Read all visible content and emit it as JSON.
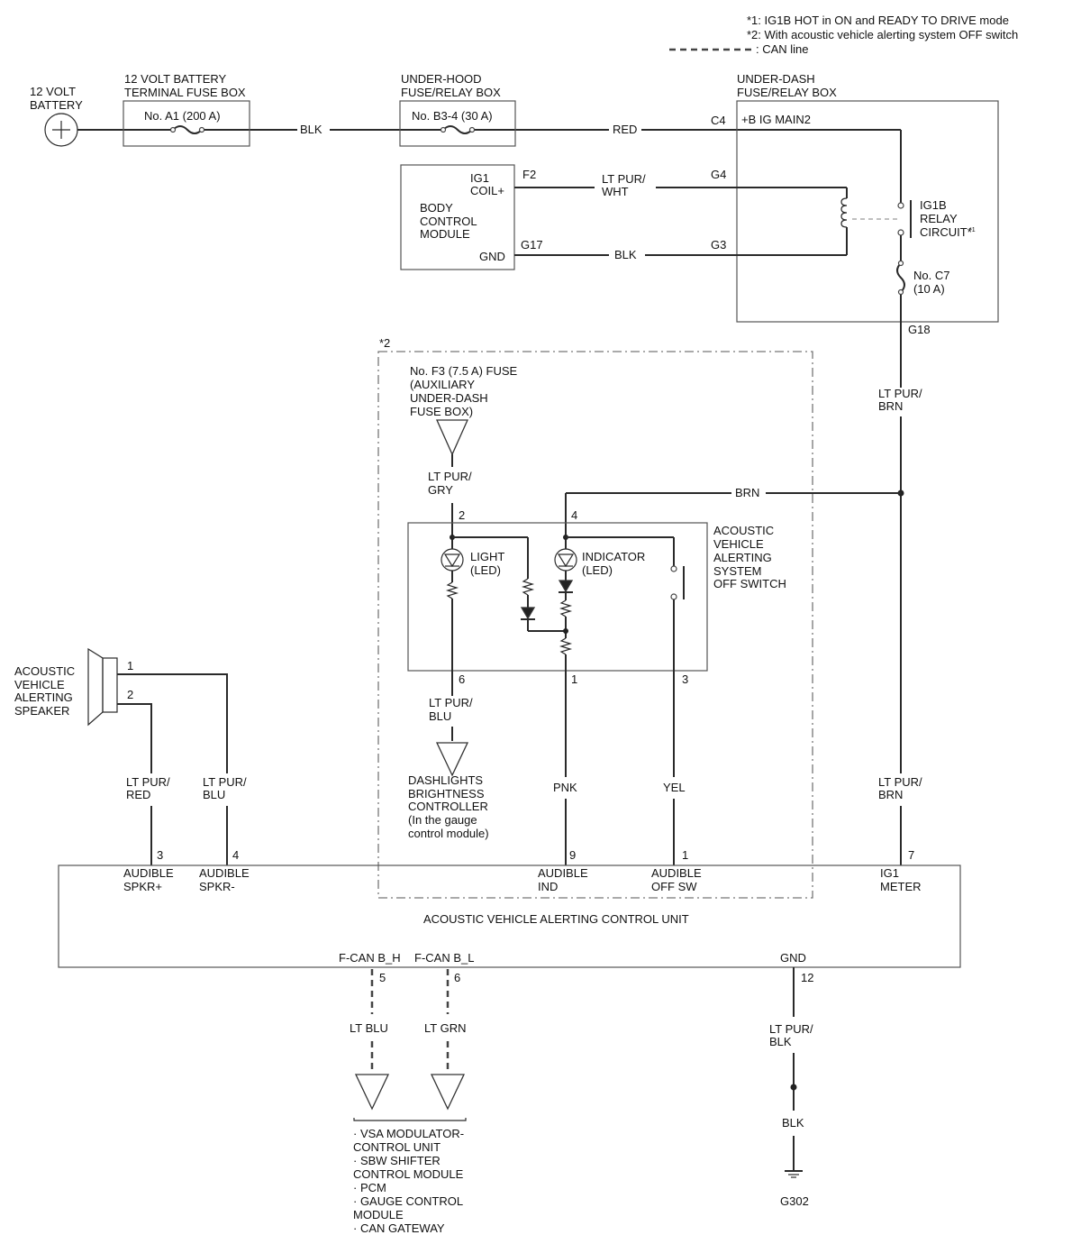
{
  "notes": {
    "n1": "*1: IG1B HOT in ON and READY TO DRIVE mode",
    "n2": "*2: With acoustic vehicle alerting system OFF switch",
    "can": ": CAN line"
  },
  "battery": {
    "l1": "12 VOLT",
    "l2": "BATTERY"
  },
  "terminal_fuse_box": {
    "l1": "12 VOLT BATTERY",
    "l2": "TERMINAL FUSE BOX",
    "fuse": "No. A1 (200 A)"
  },
  "underhood": {
    "l1": "UNDER-HOOD",
    "l2": "FUSE/RELAY BOX",
    "fuse": "No. B3-4 (30 A)"
  },
  "underdash": {
    "l1": "UNDER-DASH",
    "l2": "FUSE/RELAY BOX",
    "c4": "C4",
    "bus": "+B IG MAIN2",
    "g4": "G4",
    "g3": "G3",
    "relay_l1": "IG1B",
    "relay_l2": "RELAY",
    "relay_l3": "CIRCUIT*",
    "relay_sup": "*1",
    "fuse_l1": "No. C7",
    "fuse_l2": "(10 A)",
    "g18": "G18"
  },
  "bcm": {
    "ig1_l1": "IG1",
    "ig1_l2": "COIL+",
    "name_l1": "BODY",
    "name_l2": "CONTROL",
    "name_l3": "MODULE",
    "gnd": "GND",
    "f2": "F2",
    "g17": "G17"
  },
  "wires": {
    "blk1": "BLK",
    "red": "RED",
    "ltpurwht_l1": "LT PUR/",
    "ltpurwht_l2": "WHT",
    "blk2": "BLK",
    "ltpurbrn1_l1": "LT PUR/",
    "ltpurbrn1_l2": "BRN",
    "brn": "BRN",
    "ltpurgry_l1": "LT PUR/",
    "ltpurgry_l2": "GRY",
    "ltpurblu_l1": "LT PUR/",
    "ltpurblu_l2": "BLU",
    "pnk": "PNK",
    "yel": "YEL",
    "ltpurbrn2_l1": "LT PUR/",
    "ltpurbrn2_l2": "BRN",
    "ltpurred_l1": "LT PUR/",
    "ltpurred_l2": "RED",
    "ltpurblu2_l1": "LT PUR/",
    "ltpurblu2_l2": "BLU",
    "ltblu": "LT BLU",
    "ltgrn": "LT GRN",
    "ltpurblk_l1": "LT PUR/",
    "ltpurblk_l2": "BLK",
    "blk3": "BLK"
  },
  "switch_option": {
    "mark": "*2",
    "fuse_l1": "No. F3 (7.5 A) FUSE",
    "fuse_l2": "(AUXILIARY",
    "fuse_l3": "UNDER-DASH",
    "fuse_l4": "FUSE BOX)",
    "pin2": "2",
    "pin4": "4",
    "pin6": "6",
    "pin1": "1",
    "pin3": "3",
    "light_l1": "LIGHT",
    "light_l2": "(LED)",
    "ind_l1": "INDICATOR",
    "ind_l2": "(LED)",
    "sw_l1": "ACOUSTIC",
    "sw_l2": "VEHICLE",
    "sw_l3": "ALERTING",
    "sw_l4": "SYSTEM",
    "sw_l5": "OFF SWITCH",
    "dash_l1": "DASHLIGHTS",
    "dash_l2": "BRIGHTNESS",
    "dash_l3": "CONTROLLER",
    "dash_l4": "(In the gauge",
    "dash_l5": "control module)"
  },
  "speaker": {
    "l1": "ACOUSTIC",
    "l2": "VEHICLE",
    "l3": "ALERTING",
    "l4": "SPEAKER",
    "pin1": "1",
    "pin2": "2"
  },
  "control_unit": {
    "name": "ACOUSTIC VEHICLE ALERTING CONTROL UNIT",
    "p3": "3",
    "p4": "4",
    "p9": "9",
    "p1": "1",
    "p7": "7",
    "spkp_l1": "AUDIBLE",
    "spkp_l2": "SPKR+",
    "spkm_l1": "AUDIBLE",
    "spkm_l2": "SPKR-",
    "ind_l1": "AUDIBLE",
    "ind_l2": "IND",
    "off_l1": "AUDIBLE",
    "off_l2": "OFF SW",
    "ig1_l1": "IG1",
    "ig1_l2": "METER",
    "fcanh": "F-CAN B_H",
    "fcanl": "F-CAN B_L",
    "gnd": "GND",
    "p5": "5",
    "p6": "6",
    "p12": "12"
  },
  "can_dest": {
    "l1": "· VSA MODULATOR-",
    "l2": "CONTROL UNIT",
    "l3": "· SBW SHIFTER",
    "l4": "CONTROL MODULE",
    "l5": "· PCM",
    "l6": "· GAUGE CONTROL",
    "l7": "MODULE",
    "l8": "· CAN GATEWAY"
  },
  "ground": {
    "name": "G302"
  }
}
